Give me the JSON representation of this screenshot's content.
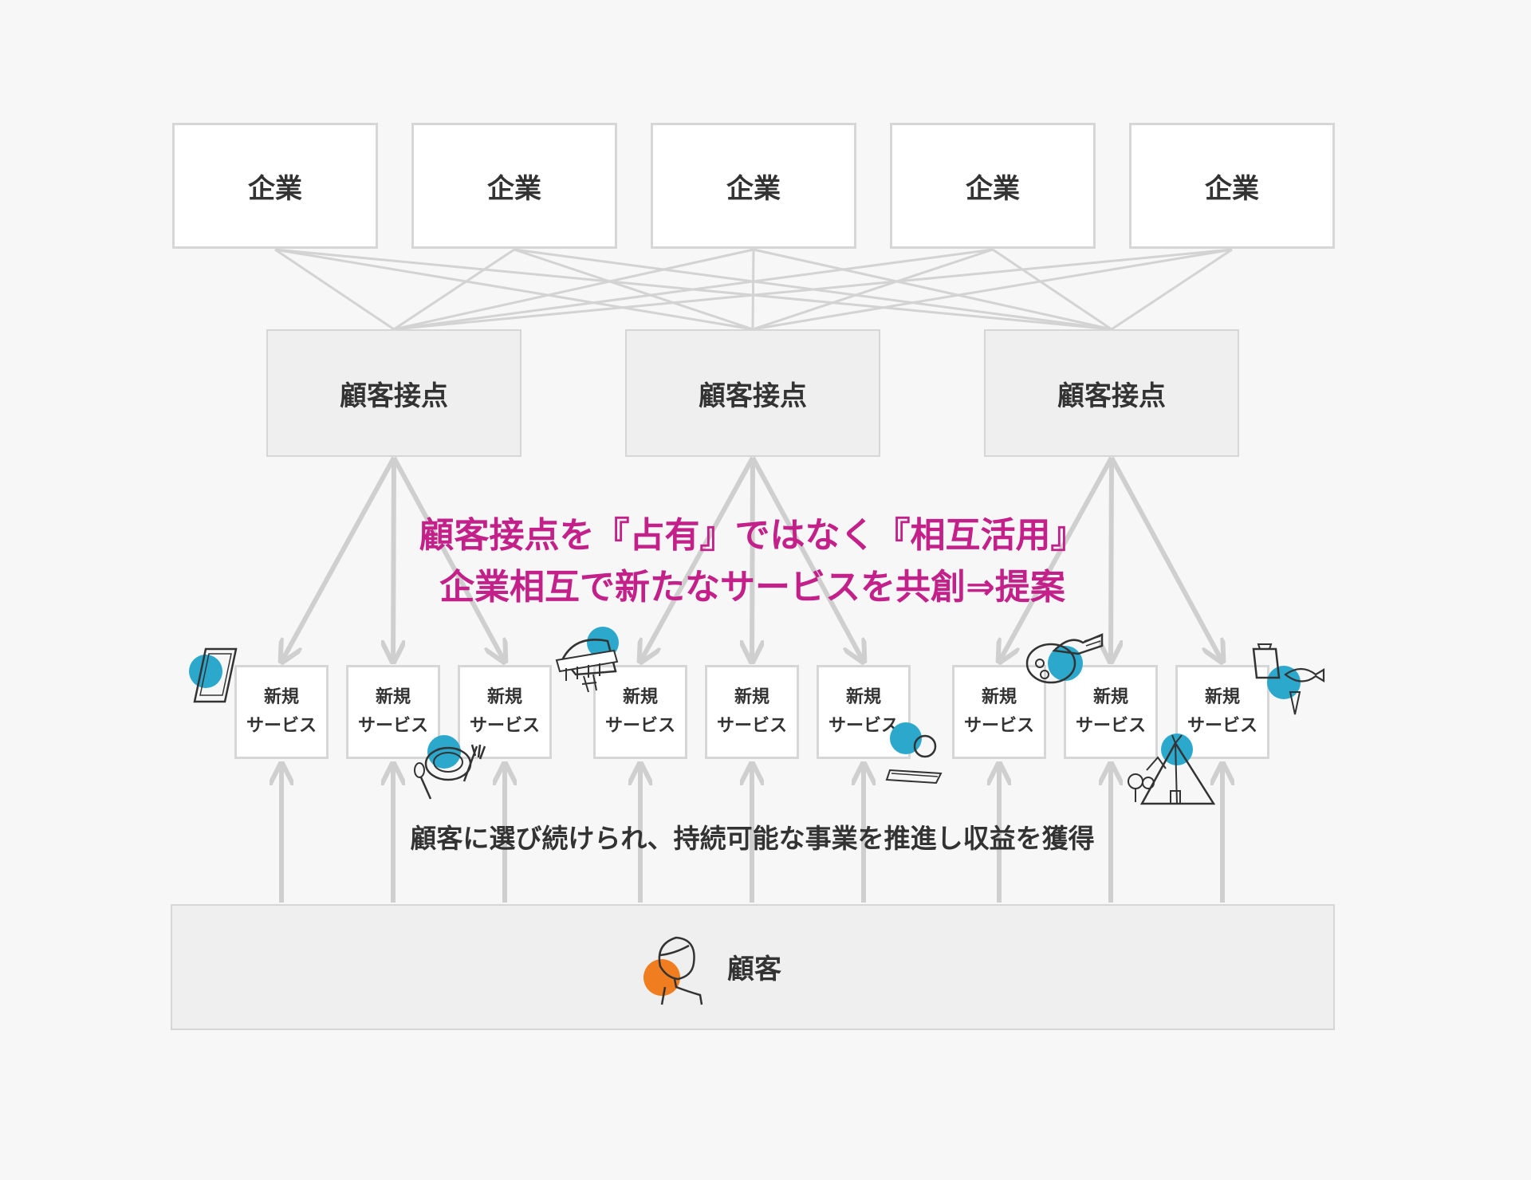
{
  "companies": [
    {
      "label": "企業"
    },
    {
      "label": "企業"
    },
    {
      "label": "企業"
    },
    {
      "label": "企業"
    },
    {
      "label": "企業"
    }
  ],
  "touchpoints": [
    {
      "label": "顧客接点"
    },
    {
      "label": "顧客接点"
    },
    {
      "label": "顧客接点"
    }
  ],
  "services": [
    {
      "line1": "新規",
      "line2": "サービス"
    },
    {
      "line1": "新規",
      "line2": "サービス"
    },
    {
      "line1": "新規",
      "line2": "サービス"
    },
    {
      "line1": "新規",
      "line2": "サービス"
    },
    {
      "line1": "新規",
      "line2": "サービス"
    },
    {
      "line1": "新規",
      "line2": "サービス"
    },
    {
      "line1": "新規",
      "line2": "サービス"
    },
    {
      "line1": "新規",
      "line2": "サービス"
    },
    {
      "line1": "新規",
      "line2": "サービス"
    }
  ],
  "headline": {
    "line1": "顧客接点を『占有』ではなく『相互活用』",
    "line2": "企業相互で新たなサービスを共創⇒提案"
  },
  "subtext": "顧客に選び続けられ、持続可能な事業を推進し収益を獲得",
  "customer": {
    "label": "顧客"
  },
  "colors": {
    "accent": "#c4208a",
    "icon_dot": "#2ba8cc",
    "customer_dot": "#f07d1f",
    "line": "#cfcfcf"
  },
  "icons": [
    "tablet-icon",
    "dining-icon",
    "storefront-icon",
    "compact-mirror-icon",
    "painting-palette-icon",
    "camping-tent-icon",
    "grocery-icon",
    "person-icon"
  ]
}
